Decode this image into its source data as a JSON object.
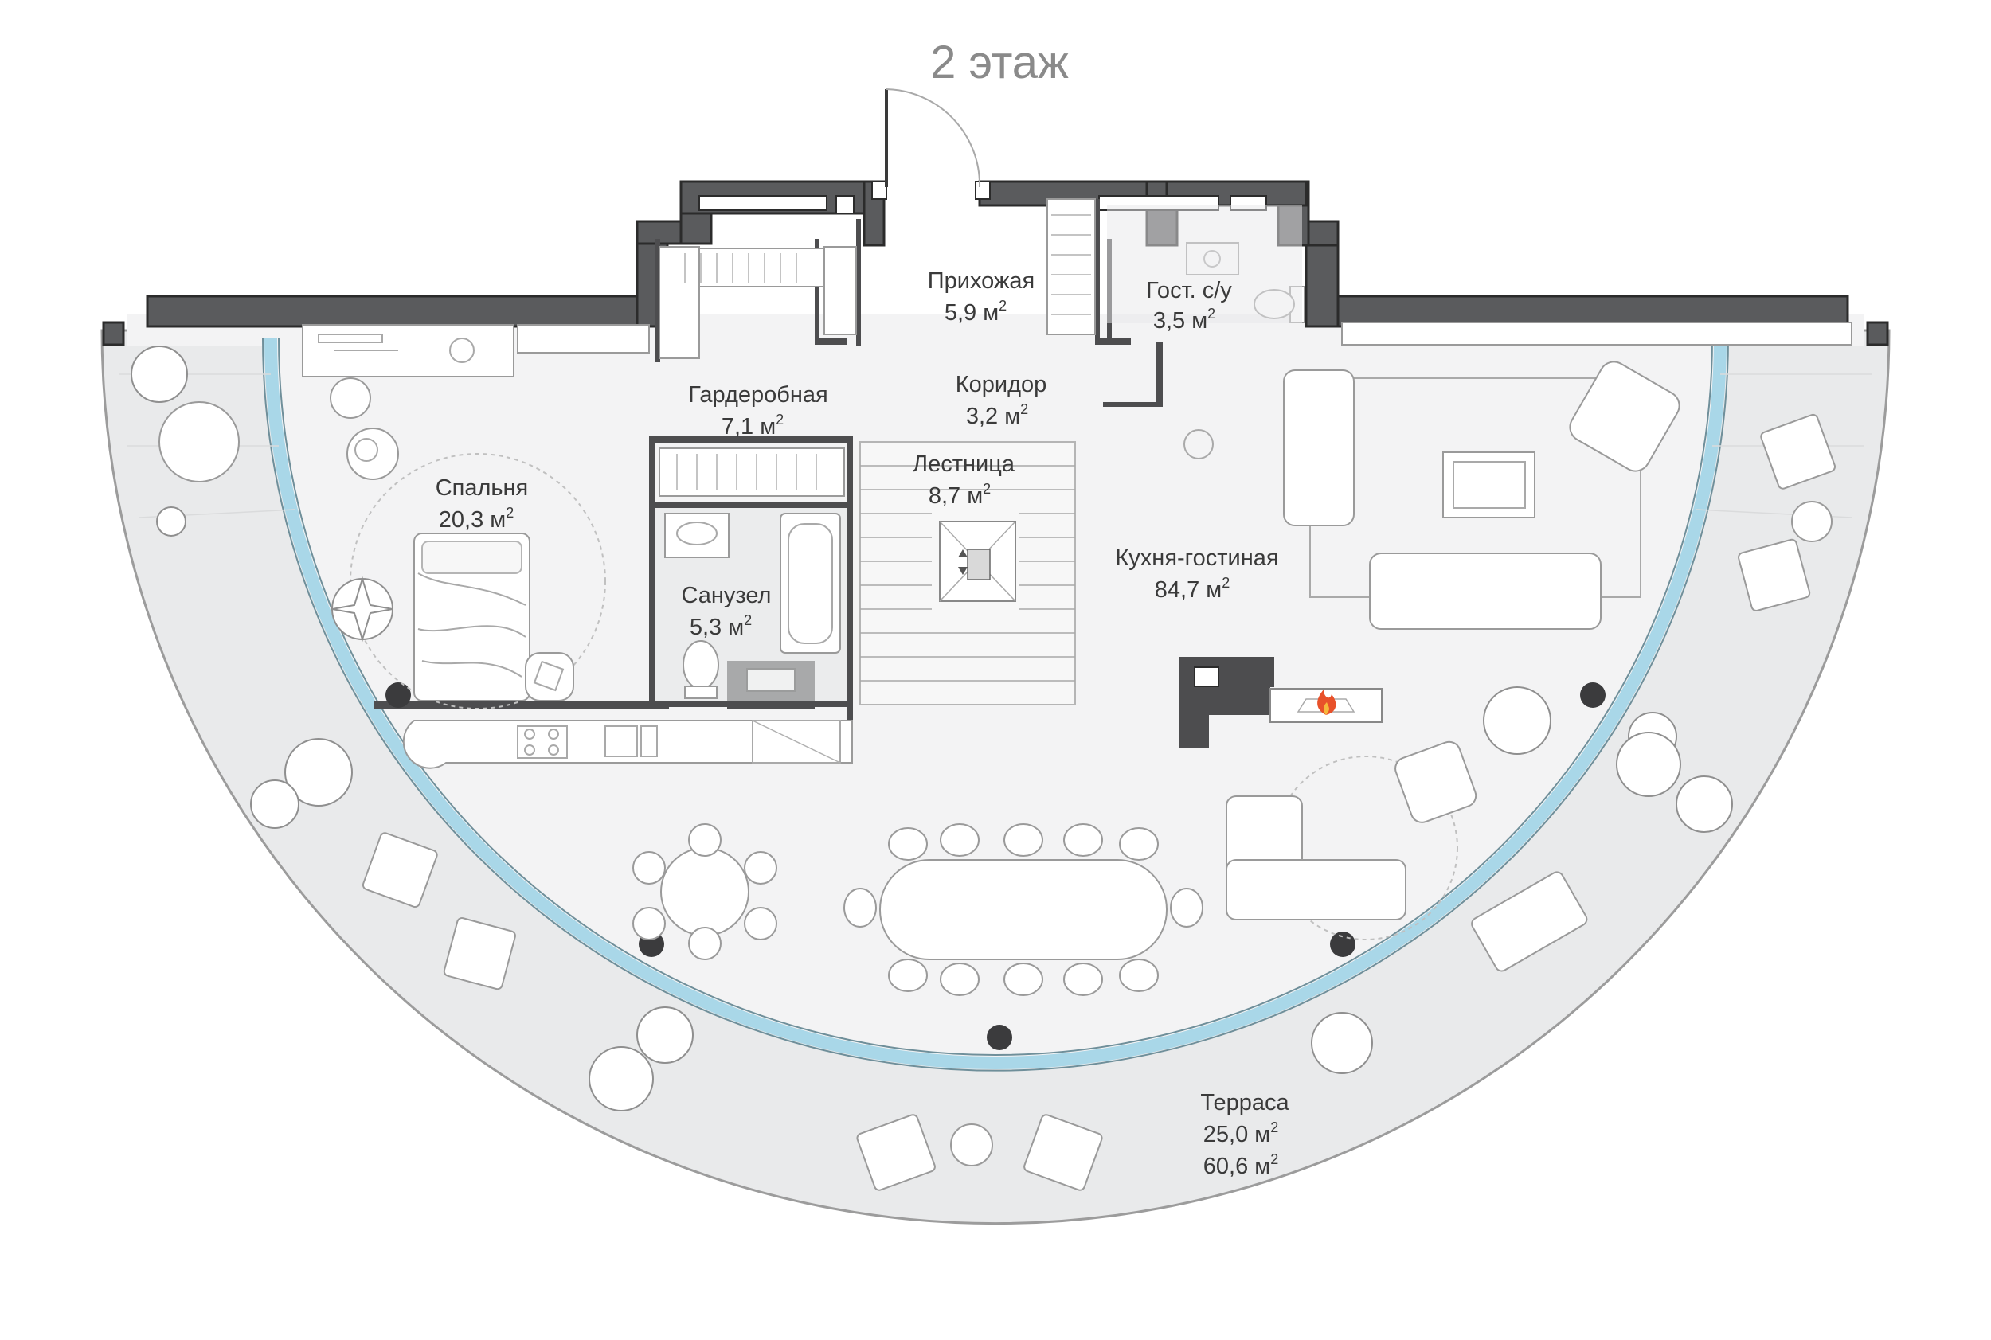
{
  "floor_title": "2 этаж",
  "rooms": [
    {
      "id": "entrance",
      "name": "Прихожая",
      "area": "5,9 м",
      "unit_sup": "2"
    },
    {
      "id": "guest-wc",
      "name": "Гост. с/у",
      "area": "3,5 м",
      "unit_sup": "2"
    },
    {
      "id": "wardrobe",
      "name": "Гардеробная",
      "area": "7,1 м",
      "unit_sup": "2"
    },
    {
      "id": "corridor",
      "name": "Коридор",
      "area": "3,2 м",
      "unit_sup": "2"
    },
    {
      "id": "stairs",
      "name": "Лестница",
      "area": "8,7 м",
      "unit_sup": "2"
    },
    {
      "id": "bedroom",
      "name": "Спальня",
      "area": "20,3 м",
      "unit_sup": "2"
    },
    {
      "id": "bathroom",
      "name": "Санузел",
      "area": "5,3 м",
      "unit_sup": "2"
    },
    {
      "id": "kitchen-living",
      "name": "Кухня-гостиная",
      "area": "84,7 м",
      "unit_sup": "2"
    },
    {
      "id": "terrace",
      "name": "Терраса",
      "area": "25,0 м",
      "unit_sup": "2",
      "area2": "60,6 м",
      "unit_sup2": "2"
    }
  ],
  "colors": {
    "floor": "#f1f1f2",
    "terrace": "#e9eaeb",
    "wall": "#5a5b5d",
    "glass": "#a9d7e8",
    "fire": "#e8512a"
  },
  "icons": [
    "fireplace-icon",
    "elevator-icon",
    "toilet-icon",
    "sink-icon",
    "bathtub-icon",
    "stove-icon",
    "plant-icon",
    "armchair-icon",
    "sofa-icon",
    "bed-icon",
    "dining-table-icon",
    "door-icon"
  ]
}
